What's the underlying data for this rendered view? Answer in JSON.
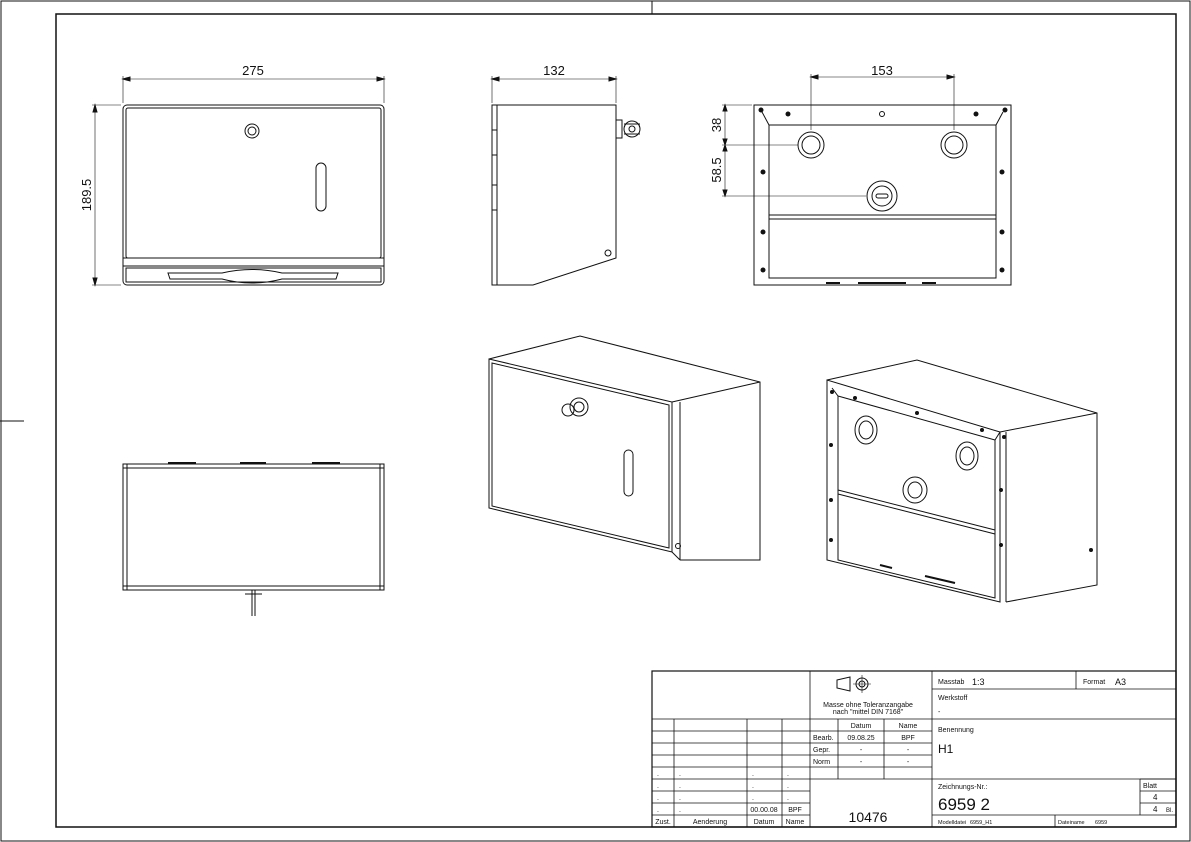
{
  "dimensions": {
    "front_width": "275",
    "front_height": "189.5",
    "side_depth": "132",
    "rear_hole_spacing": "153",
    "rear_top_offset": "38",
    "rear_hole_offset": "58.5"
  },
  "title_block": {
    "tolerance_note_line1": "Masse ohne Toleranzangabe",
    "tolerance_note_line2": "nach \"mittel DIN 7168\"",
    "scale_label": "Masstab",
    "scale_value": "1:3",
    "format_label": "Format",
    "format_value": "A3",
    "material_label": "Werkstoff",
    "material_value": "-",
    "name_label": "Benennung",
    "name_value": "H1",
    "drawing_no_label": "Zeichnungs-Nr.:",
    "drawing_no_value": "6959 2",
    "sheet_label": "Blatt",
    "sheet_value": "4",
    "sheet_total": "4",
    "sheet_total_unit": "Bl.",
    "date_header": "Datum",
    "name_header": "Name",
    "role_edited": "Bearb.",
    "role_checked": "Gepr.",
    "role_norm": "Norm",
    "edited_date": "09.08.25",
    "edited_name": "BPF",
    "checked_date": "-",
    "checked_name": "-",
    "norm_date": "-",
    "norm_name": "-",
    "revision_date": "00.00.08",
    "revision_name": "BPF",
    "rev_col_zust": "Zust.",
    "rev_col_change": "Aenderung",
    "rev_col_date": "Datum",
    "rev_col_name": "Name",
    "item_number": "10476",
    "model_file_label": "Modelldatei",
    "model_file_value": "6959_H1",
    "file_name_label": "Dateiname",
    "file_name_value": "6959"
  },
  "colors": {
    "line": "#111111",
    "paper": "#ffffff"
  }
}
